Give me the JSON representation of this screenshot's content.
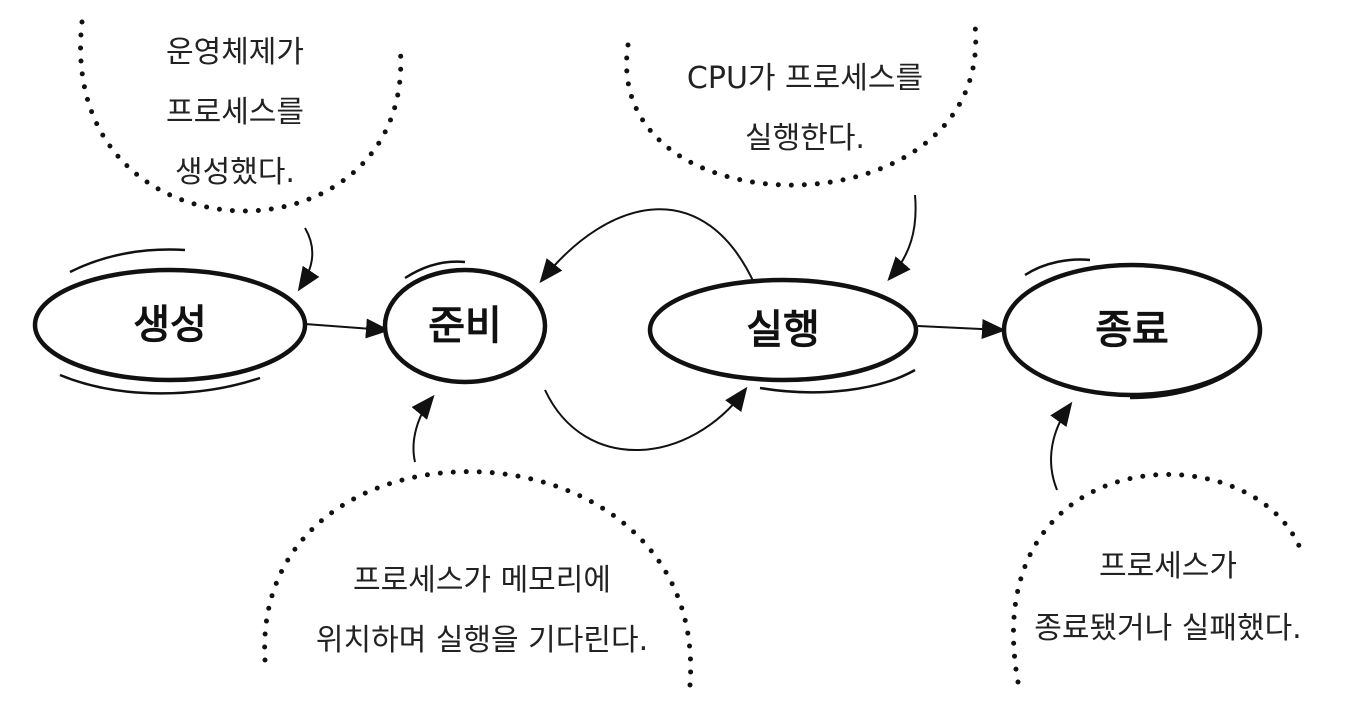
{
  "states": [
    "생성",
    "준비",
    "실행",
    "종료"
  ],
  "notes": {
    "created": [
      "운영체제가",
      "프로세스를",
      "생성했다."
    ],
    "running": [
      "CPU가 프로세스를",
      "실행한다."
    ],
    "ready": [
      "프로세스가 메모리에",
      "위치하며 실행을 기다린다."
    ],
    "terminated": [
      "프로세스가",
      "종료됐거나 실패했다."
    ]
  }
}
